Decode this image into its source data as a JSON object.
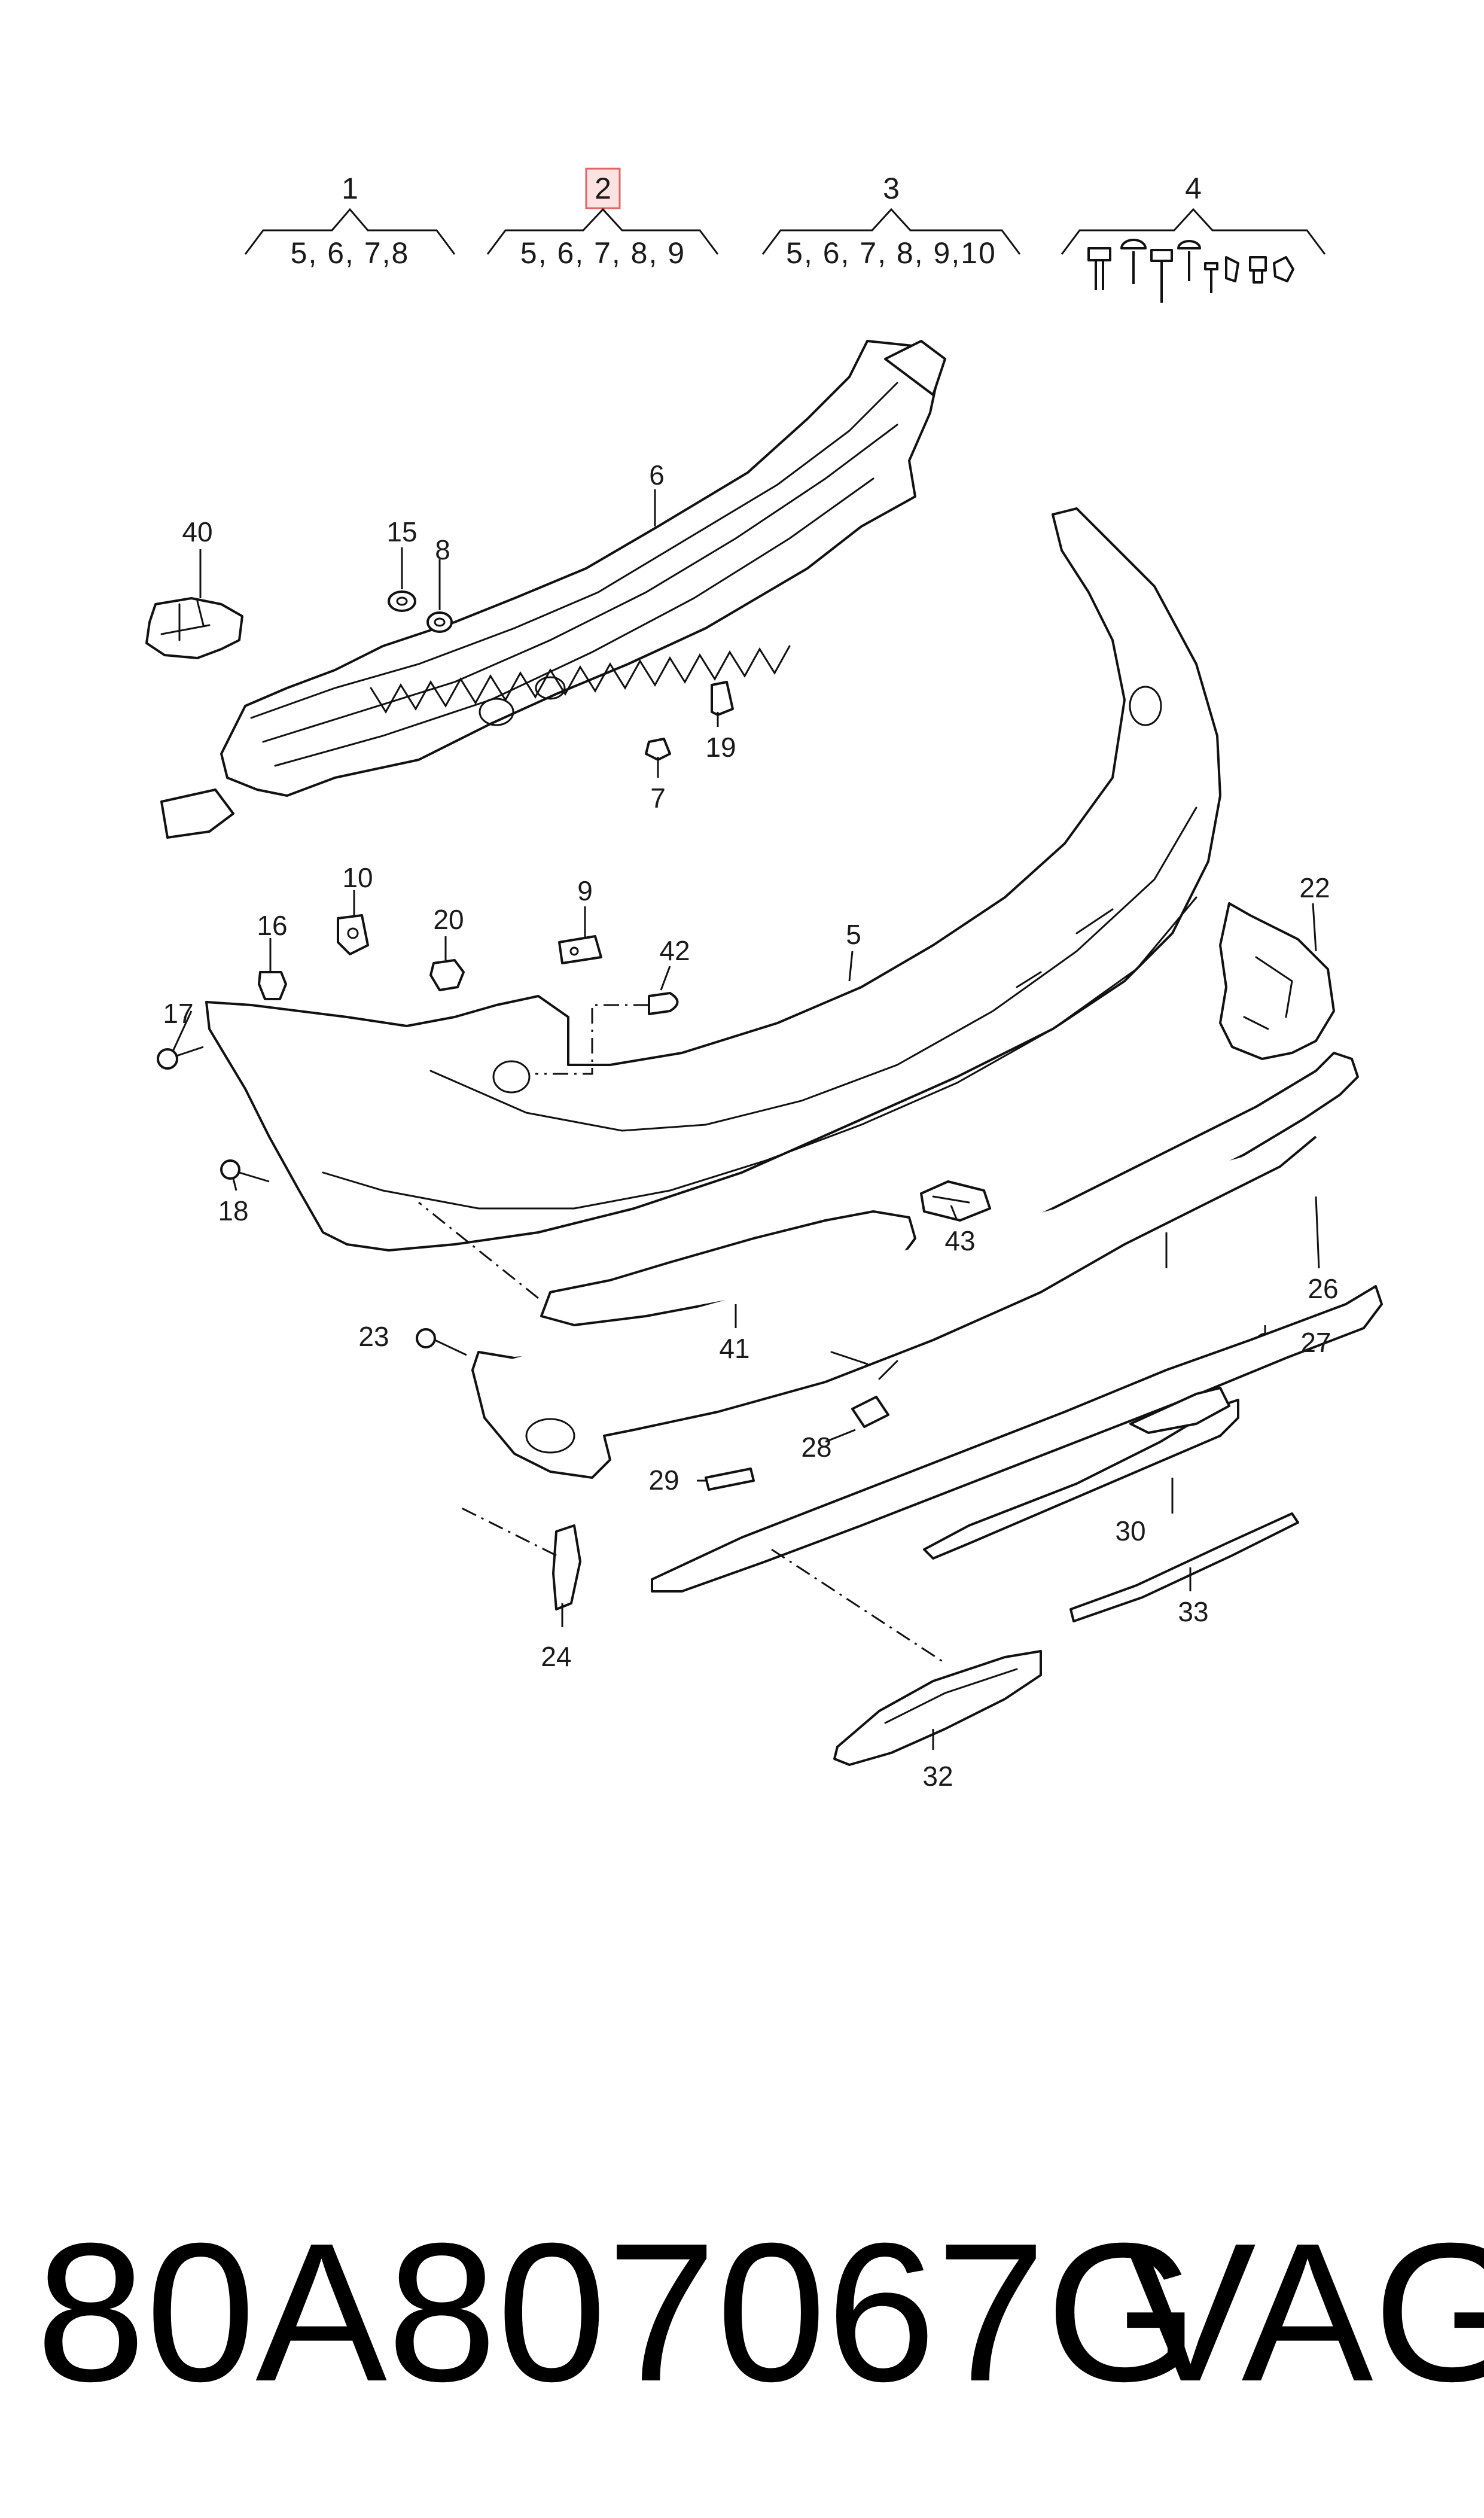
{
  "kits": [
    {
      "number": "1",
      "contents": "5, 6, 7,8"
    },
    {
      "number": "2",
      "contents": "5, 6, 7, 8, 9"
    },
    {
      "number": "3",
      "contents": "5, 6, 7, 8, 9,10"
    },
    {
      "number": "4",
      "contents": ""
    }
  ],
  "highlight_color": "#e06666",
  "callouts": [
    "40",
    "15",
    "8",
    "6",
    "19",
    "7",
    "10",
    "16",
    "20",
    "9",
    "42",
    "5",
    "22",
    "17",
    "18",
    "43",
    "41",
    "23",
    "26",
    "27",
    "28",
    "29",
    "24",
    "30",
    "33",
    "32"
  ],
  "footer": {
    "part_number": "80A807067G",
    "brand": "VAG"
  }
}
